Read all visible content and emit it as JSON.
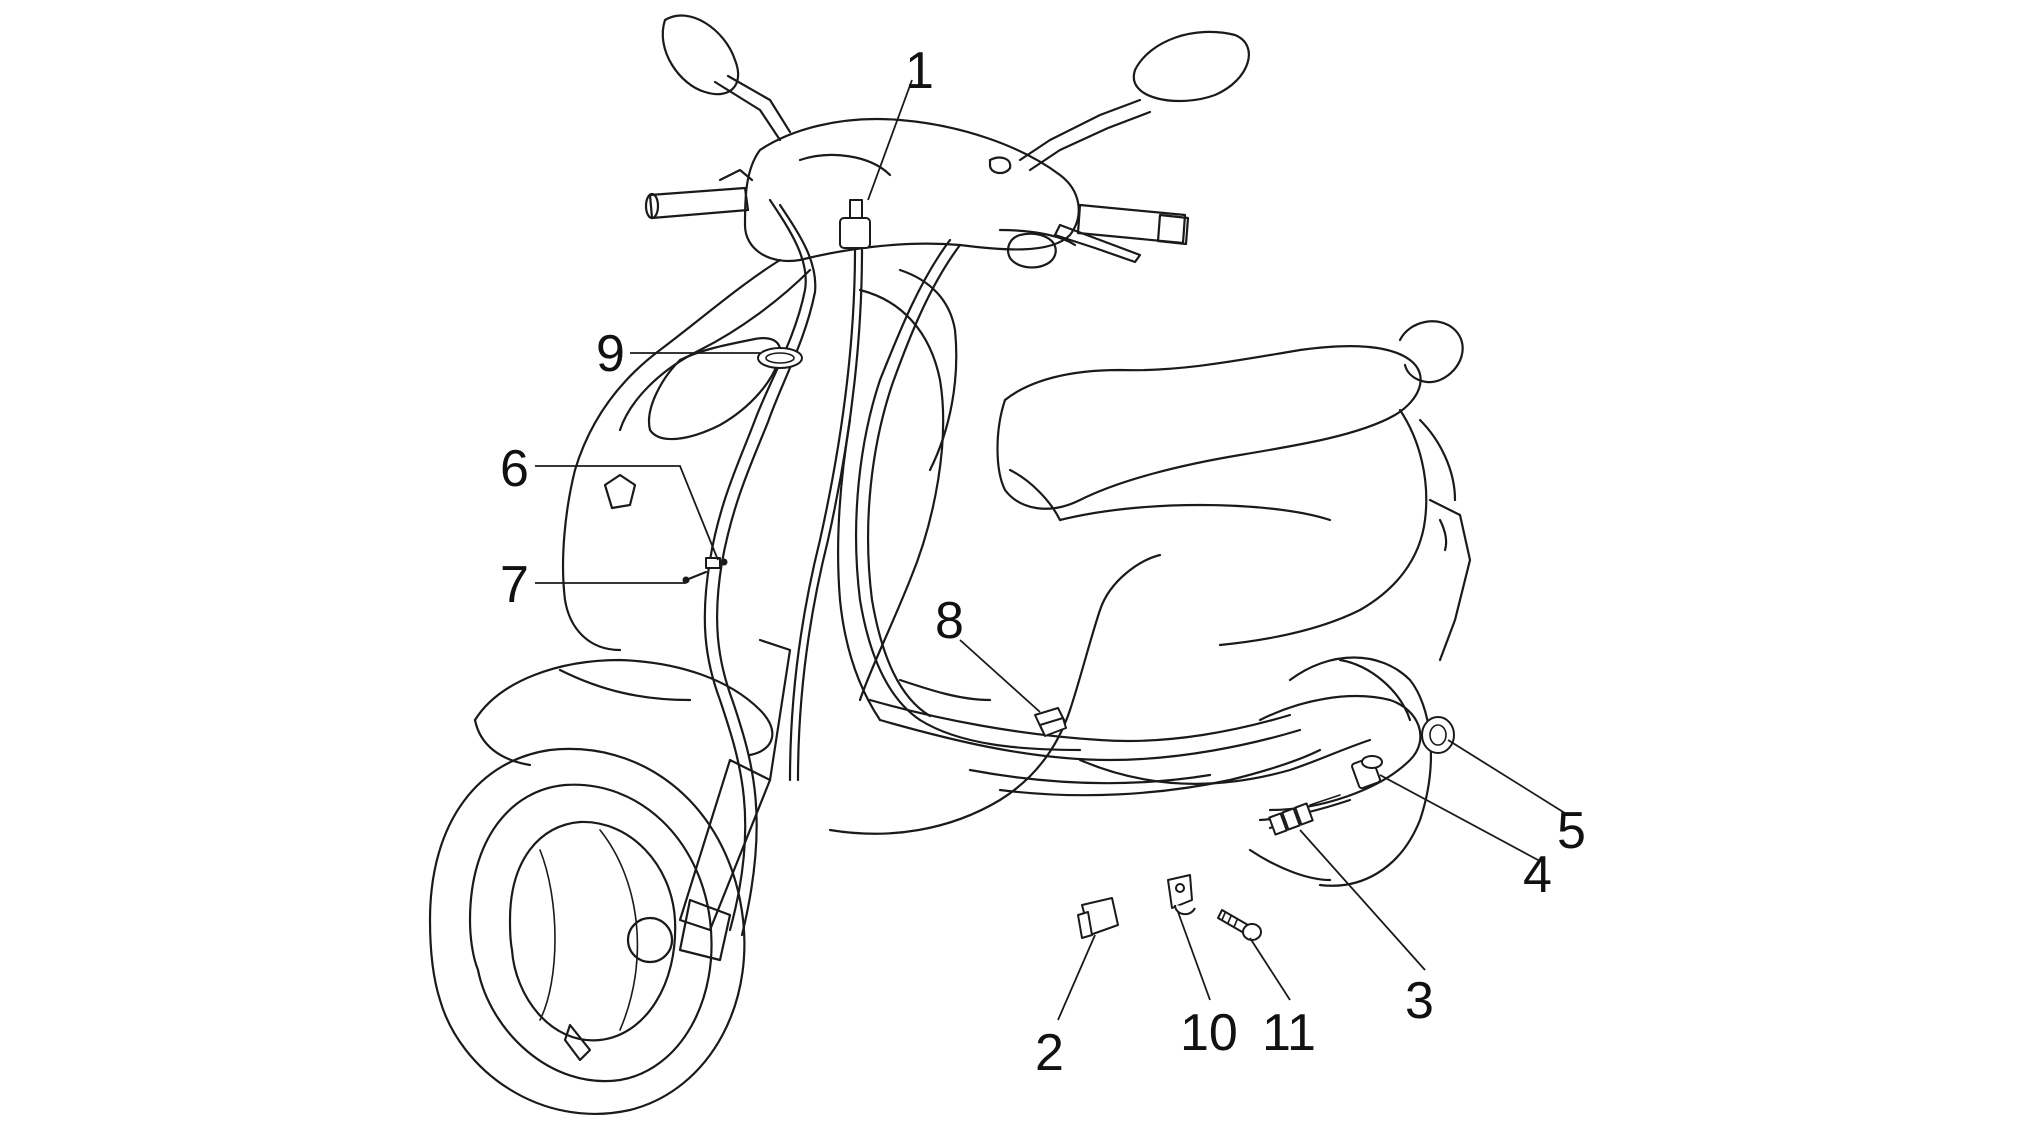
{
  "diagram": {
    "type": "exploded-parts-diagram",
    "subject": "scooter",
    "line_color": "#1a1a1a",
    "background": "#ffffff",
    "callouts": [
      "1",
      "2",
      "3",
      "4",
      "5",
      "6",
      "7",
      "8",
      "9",
      "10",
      "11"
    ]
  }
}
